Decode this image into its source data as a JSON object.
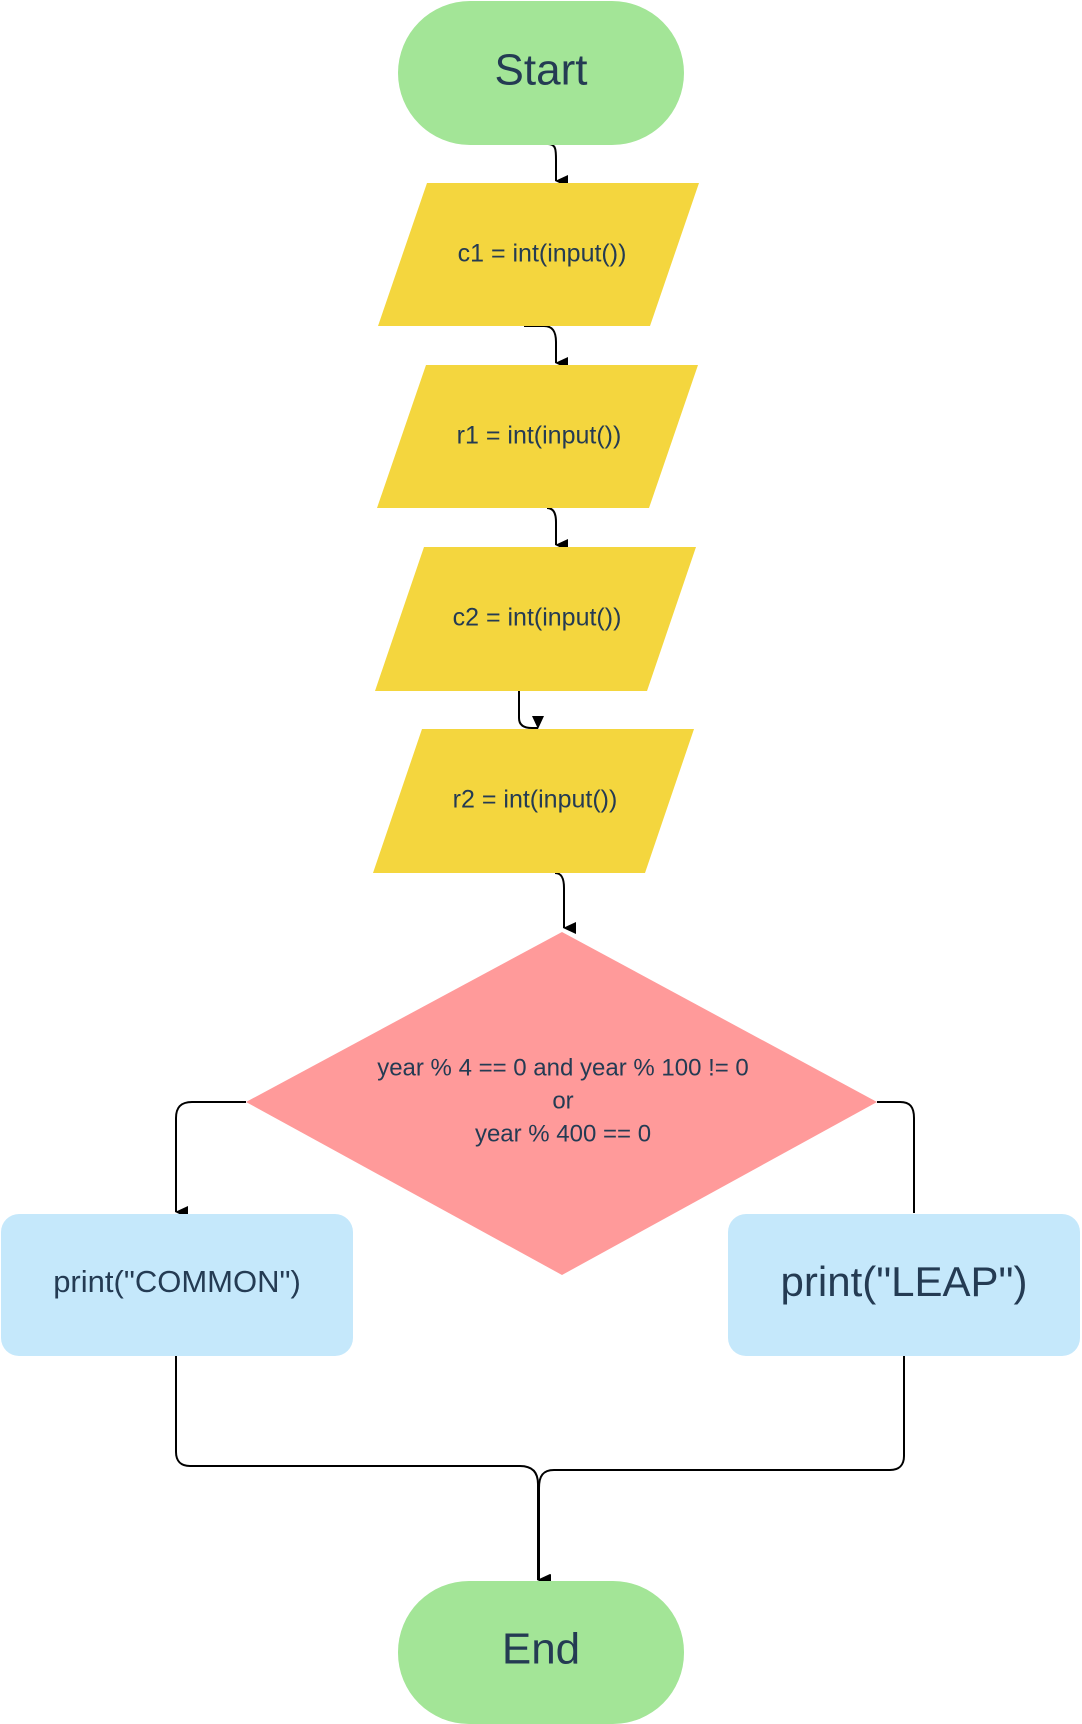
{
  "colors": {
    "terminal_fill": "#a3e597",
    "io_fill": "#f4d63e",
    "decision_fill": "#ff9a9a",
    "process_fill": "#c5e8fb",
    "text": "#243b53",
    "connector": "#000000"
  },
  "nodes": {
    "start": {
      "label": "Start",
      "shape": "terminal"
    },
    "input_c1": {
      "label": "c1 = int(input())",
      "shape": "parallelogram"
    },
    "input_r1": {
      "label": "r1 = int(input())",
      "shape": "parallelogram"
    },
    "input_c2": {
      "label": "c2 = int(input())",
      "shape": "parallelogram"
    },
    "input_r2": {
      "label": "r2 = int(input())",
      "shape": "parallelogram"
    },
    "decision": {
      "shape": "diamond",
      "line1": "year % 4 == 0 and year % 100 != 0",
      "line2": "or",
      "line3": "year % 400 == 0"
    },
    "print_common": {
      "label": "print(\"COMMON\")",
      "shape": "rounded-rectangle"
    },
    "print_leap": {
      "label": "print(\"LEAP\")",
      "shape": "rounded-rectangle"
    },
    "end": {
      "label": "End",
      "shape": "terminal"
    }
  }
}
